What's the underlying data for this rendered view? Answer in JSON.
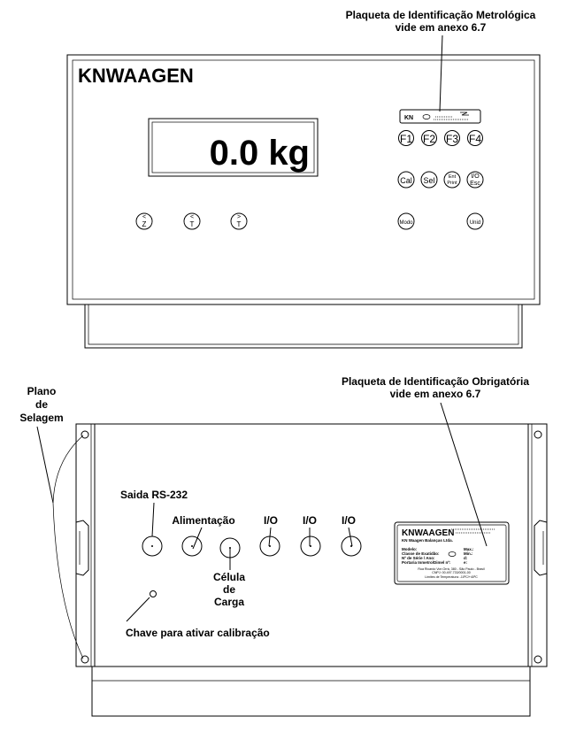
{
  "top_view": {
    "brand": "KNWAAGEN",
    "display_value": "0.0 kg",
    "plate_callout": {
      "line1": "Plaqueta de Identificação Metrológica",
      "line2": "vide em anexo 6.7"
    },
    "metro_plate": {
      "brand": "KN"
    },
    "function_keys": [
      "F1",
      "F2",
      "F3",
      "F4"
    ],
    "keys_row2": [
      "Cal",
      "Sel"
    ],
    "enter_print": {
      "top": "Ent",
      "bottom": "Print"
    },
    "io_esc": {
      "top": "I/O",
      "bottom": "Esc"
    },
    "left_keys": [
      {
        "top": "<",
        "bottom": "Z"
      },
      {
        "top": "<",
        "bottom": "T"
      },
      {
        "top": ">",
        "bottom": "T"
      }
    ],
    "modo_key": "Modo",
    "unid_key": "Unid"
  },
  "rear_view": {
    "plate_callout": {
      "line1": "Plaqueta de Identificação Obrigatória",
      "line2": "vide em anexo 6.7"
    },
    "seal_plane": {
      "line1": "Plano",
      "line2": "de",
      "line3": "Selagem"
    },
    "connectors": {
      "rs232": "Saida RS-232",
      "power": "Alimentação",
      "io": [
        "I/O",
        "I/O",
        "I/O"
      ],
      "load_cell": {
        "line1": "Célula",
        "line2": "de",
        "line3": "Carga"
      }
    },
    "calibration_switch": "Chave para ativar calibração",
    "id_plate": {
      "brand": "KNWAAGEN",
      "company": "KN Waagen Balanças Ltda.",
      "fields_left": [
        "Modelo:",
        "Classe de Exatidão:",
        "Nº de Série / Ano:",
        "Portaria Inmetro/Dimel nº:"
      ],
      "fields_right": [
        "Max.:",
        "Min.:",
        "d:",
        "e:"
      ],
      "footer": [
        "Rua Ricardo Von Orrá, 380 - São Paulo - Brasil",
        "CNPJ: 00.497.733/0001-00",
        "Limites de Temperatura: -10ºC/+40ºC"
      ]
    }
  }
}
